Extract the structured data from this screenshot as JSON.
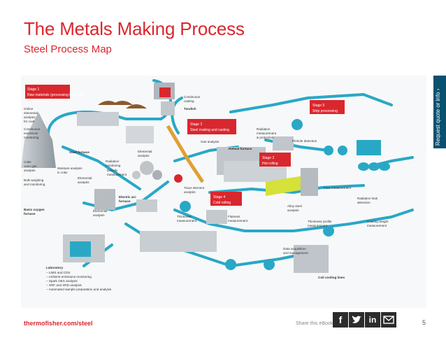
{
  "header": {
    "title": "The Metals Making Process",
    "subtitle": "Steel Process Map"
  },
  "side_tab": {
    "label": "Request quote or info ›"
  },
  "stages": [
    {
      "line1": "Stage 1",
      "line2": "Raw materials (processing iron ores)"
    },
    {
      "line1": "Stage 2",
      "line2": "Steel making and casting"
    },
    {
      "line1": "Stage 3",
      "line2": "Hot rolling"
    },
    {
      "line1": "Stage 4",
      "line2": "Cold rolling"
    },
    {
      "line1": "Stage 5",
      "line2": "Strip processing"
    }
  ],
  "labels": {
    "online_analysis": [
      "Online",
      "elemental",
      "analysis",
      "for coal"
    ],
    "continuous_monitoring": [
      "Continuous",
      "emissions",
      "monitoring"
    ],
    "coke_analysis": [
      "Coke",
      "oven gas",
      "analysis"
    ],
    "bulk_weighing": [
      "Bulk weighing",
      "and monitoring"
    ],
    "basic_oxygen": [
      "Basic oxygen",
      "furnace"
    ],
    "steel_furnace": "Steel furnace",
    "moisture": [
      "Moisture analysis",
      "in coke"
    ],
    "elemental_1": [
      "Elemental",
      "analysis"
    ],
    "radiation_monitoring": [
      "Radiation",
      "monitoring"
    ],
    "density": [
      "Density",
      "measurement"
    ],
    "elemental_2": [
      "Elemental",
      "analysis"
    ],
    "electric_arc": [
      "Electric arc",
      "furnace"
    ],
    "elemental_3": [
      "Elemental",
      "analysis"
    ],
    "continuous_casting": [
      "Continuous",
      "casting"
    ],
    "tundish": "Tundish",
    "gas_analysis": "Gas analysis",
    "reheat_furnace": "Reheat furnace",
    "radiation_measurement": [
      "Radiation",
      "measurement",
      "& protection"
    ],
    "pinhole": "Pinhole detection",
    "flow_measurement": "Flow measurement",
    "radiation_leak": [
      "Radiation leak",
      "detection"
    ],
    "alloy_steel": [
      "Alloy steel",
      "analysis"
    ],
    "trace_element": [
      "Trace element",
      "analysis"
    ],
    "thickness_measurement": [
      "Thickness",
      "measurement"
    ],
    "flatness": [
      "Flatness",
      "measurement"
    ],
    "thickness_profile": [
      "Thickness profile",
      "measurement"
    ],
    "coating_weight": [
      "Coating weight",
      "measurement"
    ],
    "data_acquisition": [
      "Data acquisition",
      "and management"
    ],
    "coil_cooling": "Coil cooling lines"
  },
  "laboratory": {
    "title": "Laboratory",
    "items": [
      "– LIMS and CDS",
      "– Ambient emissions monitoring",
      "– Spark OES analysis",
      "– XRF and XRD analysis",
      "– Automated sample preparation and analysis"
    ]
  },
  "footer": {
    "url": "thermofisher.com/steel",
    "share": "Share this eBook",
    "page": "5",
    "social_icons": [
      "facebook-icon",
      "twitter-icon",
      "linkedin-icon",
      "email-icon"
    ]
  },
  "colors": {
    "accent": "#d9272e",
    "pipe": "#29a8c6",
    "tab": "#08516f"
  }
}
